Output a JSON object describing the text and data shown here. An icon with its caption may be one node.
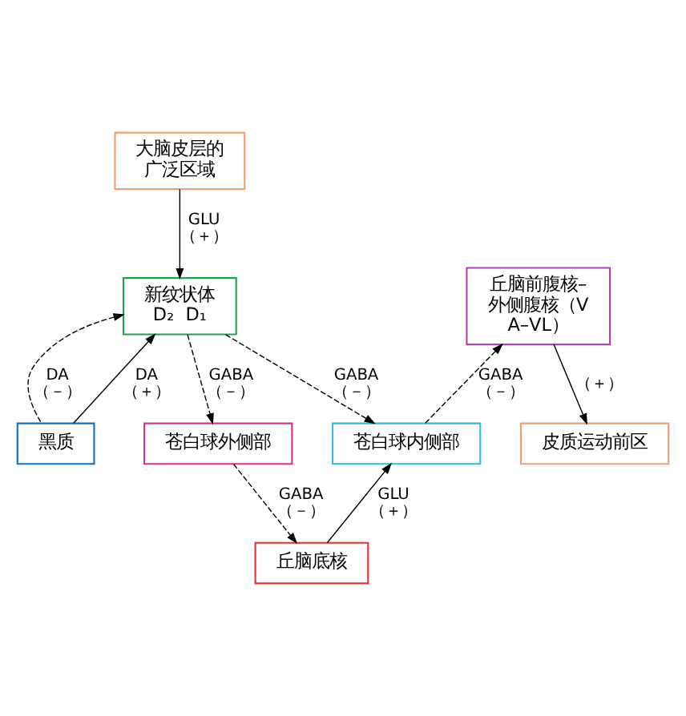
{
  "diagram": {
    "nodes": [
      {
        "text": [
          "大脑皮层的广泛区域"
        ]
      },
      {
        "text": [
          "皮质运动前区"
        ]
      },
      {
        "text": [
          "新纹状体",
          "D₂  D₁"
        ]
      },
      {
        "text": [
          "丘脑前腹核–外侧腹核（VA–VL）"
        ]
      },
      {
        "text": [
          "黑质"
        ]
      },
      {
        "text": [
          "苍白球外侧部"
        ]
      },
      {
        "text": [
          "苍白球内侧部"
        ]
      },
      {
        "text": [
          "丘脑底核"
        ]
      }
    ],
    "edges": [
      {
        "from": 0,
        "to": 2,
        "arrow": "to",
        "label": "GLU （＋）"
      },
      {
        "from": 3,
        "to": 1,
        "arrow": "to",
        "label": "（＋）"
      },
      {
        "from": 4,
        "to": 2,
        "arrow": "to",
        "label": "DA （－）",
        "style": "dashed"
      },
      {
        "from": 4,
        "to": 2,
        "arrow": "to",
        "label": "DA （＋）"
      },
      {
        "from": 2,
        "to": 5,
        "arrow": "to",
        "label": "GABA （－）",
        "style": "dashed"
      },
      {
        "from": 2,
        "to": 6,
        "arrow": "to",
        "label": "GABA （－）",
        "style": "dashed"
      },
      {
        "from": 6,
        "to": 3,
        "arrow": "to",
        "label": "GABA （－）",
        "style": "dashed"
      },
      {
        "from": 5,
        "to": 7,
        "arrow": "to",
        "label": "GABA （－）",
        "style": "dashed"
      },
      {
        "from": 7,
        "to": 6,
        "arrow": "to",
        "label": "GLU （＋）"
      }
    ]
  }
}
